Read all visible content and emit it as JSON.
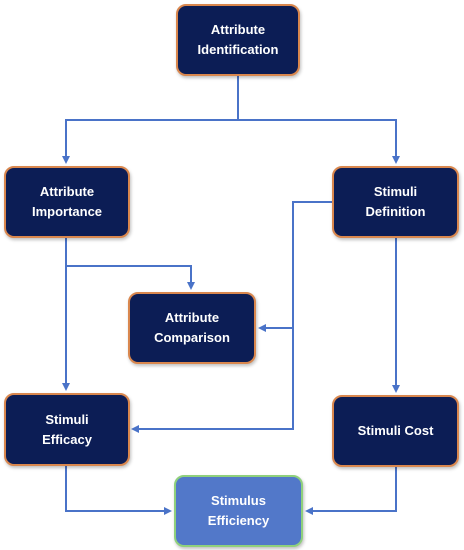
{
  "nodes": {
    "attribute_identification": "Attribute\nIdentification",
    "attribute_importance": "Attribute\nImportance",
    "stimuli_definition": "Stimuli\nDefinition",
    "attribute_comparison": "Attribute\nComparison",
    "stimuli_efficacy": "Stimuli\nEfficacy",
    "stimuli_cost": "Stimuli Cost",
    "stimulus_efficiency": "Stimulus\nEfficiency"
  },
  "colors": {
    "node_fill": "#0c1d55",
    "node_border": "#d9874e",
    "final_node_fill": "#5278c9",
    "final_node_border": "#8fd07c",
    "connector": "#4a73c8"
  }
}
